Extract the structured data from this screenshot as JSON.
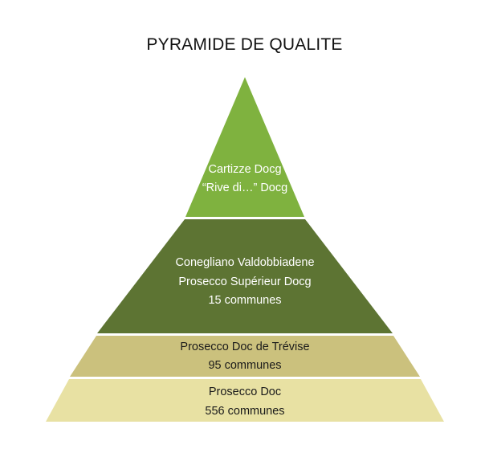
{
  "title": "PYRAMIDE DE QUALITE",
  "tiers": [
    {
      "lines": [
        "Cartizze Docg",
        "“Rive di…” Docg"
      ],
      "color": "#7fb23f",
      "text_color": "#ffffff"
    },
    {
      "lines": [
        "Conegliano Valdobbiadene",
        "Prosecco Supérieur Docg",
        "15 communes"
      ],
      "color": "#5d7433",
      "text_color": "#ffffff"
    },
    {
      "lines": [
        "Prosecco Doc de Trévise",
        "95 communes"
      ],
      "color": "#cbc17d",
      "text_color": "#1a1a1a"
    },
    {
      "lines": [
        "Prosecco Doc",
        "556 communes"
      ],
      "color": "#e8e1a3",
      "text_color": "#1a1a1a"
    }
  ]
}
